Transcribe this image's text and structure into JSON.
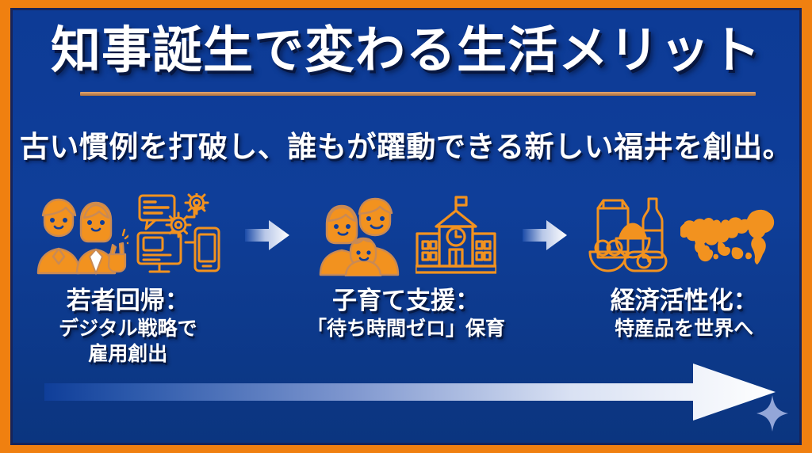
{
  "poster": {
    "title": "知事誕生で変わる生活メリット",
    "subtitle": "古い慣例を打破し、誰もが躍動できる新しい福井を創出。",
    "colors": {
      "frame_orange": "#f08010",
      "frame_inner_navy": "#17245a",
      "background_blue": "#0f3e99",
      "title_rule_tan": "#c98a55",
      "icon_orange": "#f2921f",
      "icon_outline_tan": "#c98a55",
      "text_white": "#ffffff",
      "sparkle_blue": "#93a6d8"
    }
  },
  "columns": [
    {
      "id": "youth-return",
      "icons": [
        "young-man-icon",
        "young-woman-peace-sign-icon",
        "digital-devices-gears-icon"
      ],
      "heading": "若者回帰：",
      "lines": [
        "デジタル戦略で",
        "雇用創出"
      ]
    },
    {
      "id": "childcare-support",
      "icons": [
        "family-parents-baby-icon",
        "school-building-clock-icon"
      ],
      "heading": "子育て支援：",
      "lines": [
        "「待ち時間ゼロ」保育"
      ]
    },
    {
      "id": "economic-revitalization",
      "icons": [
        "local-specialty-foods-icon",
        "world-map-icon"
      ],
      "heading": "経済活性化：",
      "lines": [
        "特産品を世界へ"
      ]
    }
  ],
  "connectors": [
    {
      "id": "arrow-1",
      "icon": "right-arrow-icon"
    },
    {
      "id": "arrow-2",
      "icon": "right-arrow-icon"
    }
  ],
  "bottom": {
    "icon": "long-right-arrow-icon",
    "sparkle_icon": "sparkle-star-icon"
  }
}
